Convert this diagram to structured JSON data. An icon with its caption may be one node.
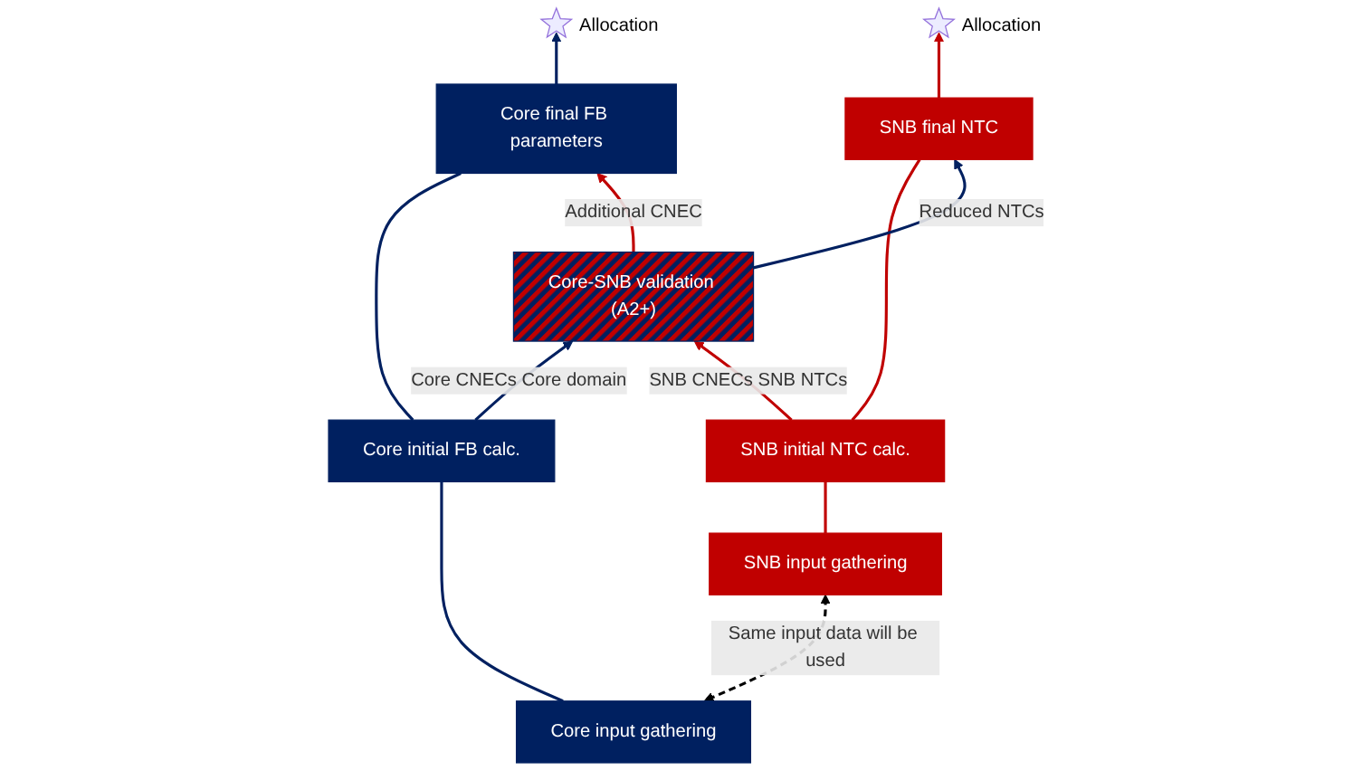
{
  "diagram": {
    "nodes": [
      {
        "text": [],
        "shape": "star",
        "beside": [
          "Allocation"
        ]
      },
      {
        "text": [],
        "shape": "star",
        "beside": [
          "Allocation"
        ]
      },
      {
        "text": [
          "Core final FB parameters"
        ]
      },
      {
        "text": [
          "SNB final NTC"
        ]
      },
      {
        "text": [
          "Core-SNB validation (A2+)"
        ]
      },
      {
        "text": [
          "Core initial FB calc."
        ]
      },
      {
        "text": [
          "SNB initial NTC calc."
        ]
      },
      {
        "text": [
          "Core input gathering"
        ]
      },
      {
        "text": [
          "SNB input gathering"
        ]
      }
    ],
    "edges": [
      {
        "from": 7,
        "to": 5,
        "arrow": "none",
        "color": "#002060"
      },
      {
        "from": 5,
        "to": 2,
        "arrow": "none",
        "color": "#002060"
      },
      {
        "from": 2,
        "to": 0,
        "arrow": "to",
        "color": "#002060"
      },
      {
        "from": 8,
        "to": 6,
        "arrow": "none",
        "color": "#c00000"
      },
      {
        "from": 6,
        "to": 3,
        "arrow": "none",
        "color": "#c00000"
      },
      {
        "from": 3,
        "to": 1,
        "arrow": "to",
        "color": "#c00000"
      },
      {
        "from": 5,
        "to": 4,
        "arrow": "to",
        "label": "Core CNECs Core domain",
        "color": "#002060"
      },
      {
        "from": 6,
        "to": 4,
        "arrow": "to",
        "label": "SNB CNECs SNB NTCs",
        "color": "#c00000"
      },
      {
        "from": 4,
        "to": 2,
        "arrow": "to",
        "label": "Additional CNEC",
        "color": "#c00000"
      },
      {
        "from": 4,
        "to": 3,
        "arrow": "to",
        "label": "Reduced NTCs",
        "color": "#002060"
      },
      {
        "from": 7,
        "to": 8,
        "arrow": "both",
        "label": "Same input data will be used",
        "style": "dashed",
        "color": "#000000"
      }
    ]
  }
}
